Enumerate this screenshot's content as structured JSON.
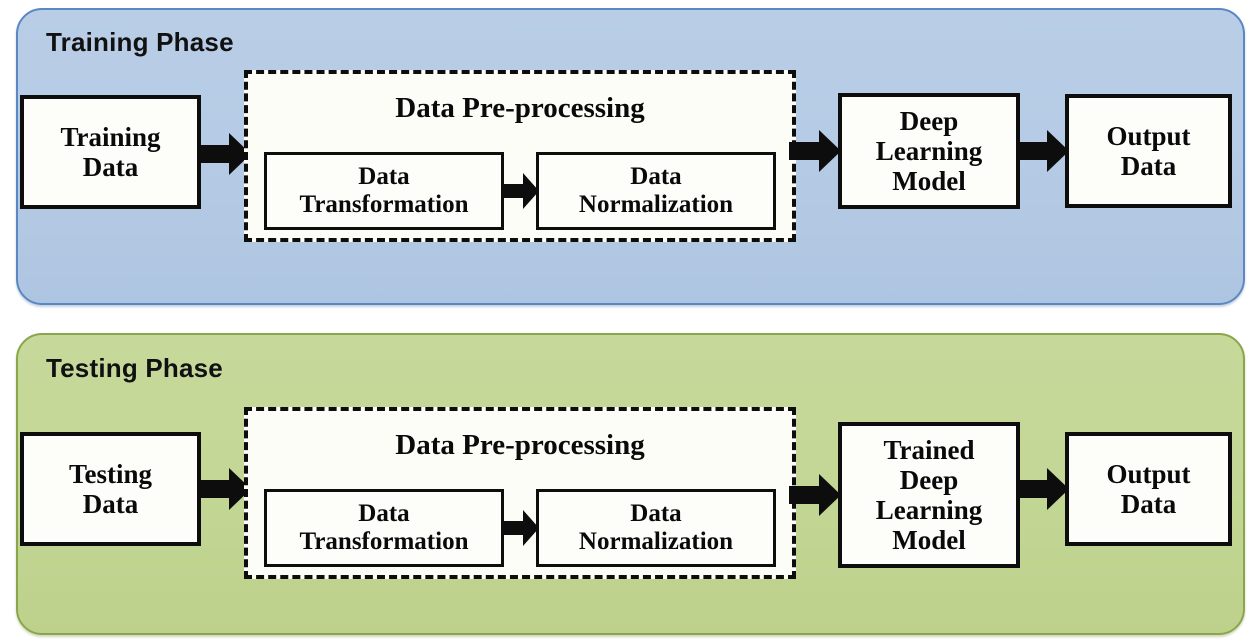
{
  "diagram": {
    "title_semantic": "deep-learning-training-and-testing-pipeline",
    "colors": {
      "training_panel_fill": "#b7cce5",
      "training_panel_border": "#5b87c4",
      "testing_panel_fill": "#c4d796",
      "testing_panel_border": "#8aa64a",
      "box_fill": "#fdfdfa",
      "box_border": "#0d0d0d",
      "arrow": "#0d0d0d"
    }
  },
  "phases": [
    {
      "id": "training",
      "title": "Training Phase",
      "input_box": "Training\nData",
      "input_line1": "Training",
      "input_line2": "Data",
      "preprocessing": {
        "title": "Data Pre-processing",
        "steps": [
          {
            "line1": "Data",
            "line2": "Transformation"
          },
          {
            "line1": "Data",
            "line2": "Normalization"
          }
        ]
      },
      "model_box_lines": [
        "Deep",
        "Learning",
        "Model"
      ],
      "output_box_lines": [
        "Output",
        "Data"
      ]
    },
    {
      "id": "testing",
      "title": "Testing Phase",
      "input_box": "Testing\nData",
      "input_line1": "Testing",
      "input_line2": "Data",
      "preprocessing": {
        "title": "Data Pre-processing",
        "steps": [
          {
            "line1": "Data",
            "line2": "Transformation"
          },
          {
            "line1": "Data",
            "line2": "Normalization"
          }
        ]
      },
      "model_box_lines": [
        "Trained",
        "Deep",
        "Learning",
        "Model"
      ],
      "output_box_lines": [
        "Output",
        "Data"
      ]
    }
  ],
  "arrows": [
    {
      "name": "training-input-to-preprocessing"
    },
    {
      "name": "training-transformation-to-normalization"
    },
    {
      "name": "training-preprocessing-to-model"
    },
    {
      "name": "training-model-to-output"
    },
    {
      "name": "testing-input-to-preprocessing"
    },
    {
      "name": "testing-transformation-to-normalization"
    },
    {
      "name": "testing-preprocessing-to-model"
    },
    {
      "name": "testing-model-to-output"
    }
  ]
}
